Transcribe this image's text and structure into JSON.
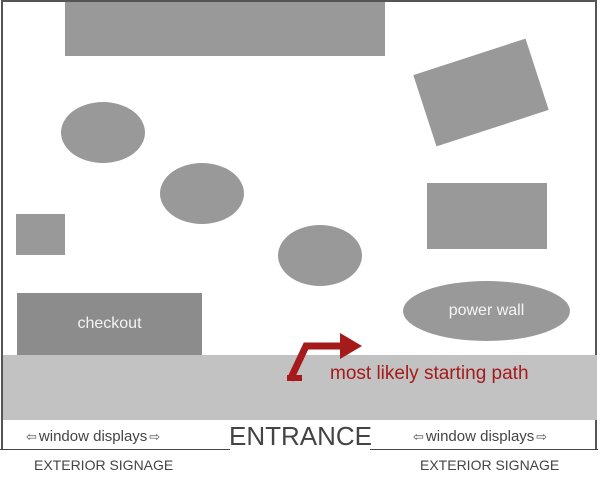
{
  "diagram": {
    "type": "store floor plan",
    "colors": {
      "fixture": "#999999",
      "checkout": "#8c8c8c",
      "aisle": "#c2c2c2",
      "path_accent": "#a51a1a",
      "border": "#555555",
      "text": "#444444"
    },
    "fixtures": [
      {
        "id": "top-wall-fixture",
        "shape": "rect",
        "label": ""
      },
      {
        "id": "angled-table",
        "shape": "rotated-rect",
        "label": ""
      },
      {
        "id": "oval-table-1",
        "shape": "ellipse",
        "label": ""
      },
      {
        "id": "oval-table-2",
        "shape": "ellipse",
        "label": ""
      },
      {
        "id": "oval-table-3",
        "shape": "ellipse",
        "label": ""
      },
      {
        "id": "small-square-fixture",
        "shape": "rect",
        "label": ""
      },
      {
        "id": "right-rect-fixture",
        "shape": "rect",
        "label": ""
      },
      {
        "id": "checkout-counter",
        "shape": "rect",
        "label": "checkout"
      },
      {
        "id": "power-wall",
        "shape": "ellipse",
        "label": "power wall"
      }
    ],
    "path": {
      "label": "most likely starting path",
      "icon": "turn-right-arrow-icon"
    },
    "entrance": {
      "label": "ENTRANCE"
    },
    "window_displays": [
      {
        "label": "window displays",
        "left_icon": "left-arrow-outline-icon",
        "right_icon": "right-arrow-outline-icon",
        "left_glyph": "⇦",
        "right_glyph": "⇨"
      },
      {
        "label": "window displays",
        "left_icon": "left-arrow-outline-icon",
        "right_icon": "right-arrow-outline-icon",
        "left_glyph": "⇦",
        "right_glyph": "⇨"
      }
    ],
    "exterior_signage": [
      {
        "label": "EXTERIOR SIGNAGE"
      },
      {
        "label": "EXTERIOR SIGNAGE"
      }
    ]
  }
}
